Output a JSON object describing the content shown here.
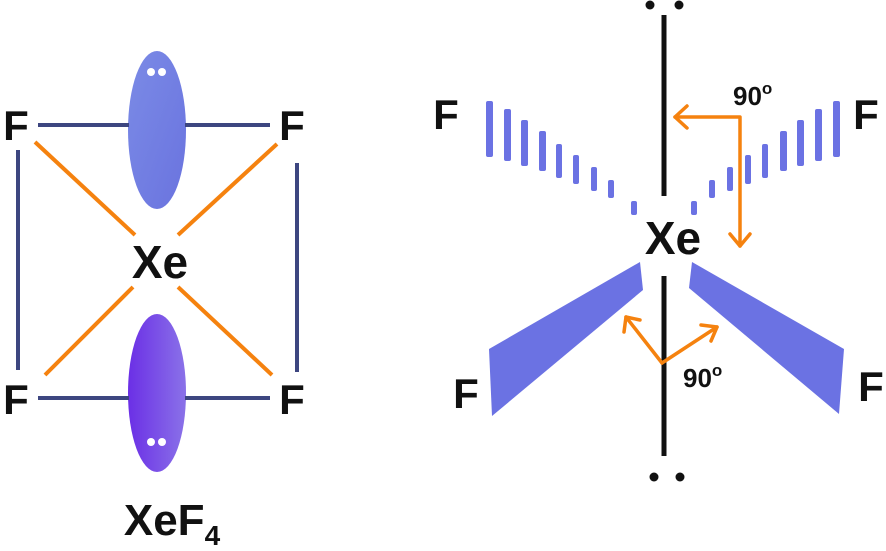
{
  "left_diagram": {
    "center": "Xe",
    "f_top_left": "F",
    "f_top_right": "F",
    "f_bottom_left": "F",
    "f_bottom_right": "F",
    "formula": "XeF",
    "formula_subscript": "4"
  },
  "right_diagram": {
    "center": "Xe",
    "f_back_left": "F",
    "f_back_right": "F",
    "f_front_left": "F",
    "f_front_right": "F",
    "angle_top": "90",
    "angle_bottom": "90",
    "degree_mark": "o"
  },
  "colors": {
    "bond": "#3d4680",
    "orange": "#f5820f",
    "wedge": "#6b72e3",
    "lone_pair_top": "#6f7de0",
    "lone_pair_bottom": "#7a44e8",
    "axis": "#111111"
  }
}
